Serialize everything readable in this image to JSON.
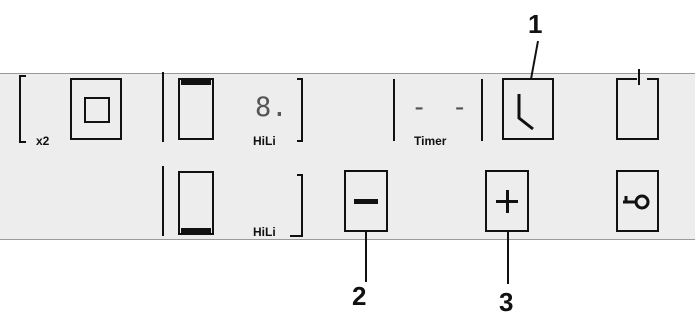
{
  "labels": {
    "x2": "x2",
    "hili_top": "HiLi",
    "hili_bottom": "HiLi",
    "timer": "Timer",
    "digit": "8.",
    "timer_dashes": "- -"
  },
  "callouts": {
    "c1": "1",
    "c2": "2",
    "c3": "3"
  },
  "icons": {
    "clock": "clock-icon",
    "minus": "minus-icon",
    "plus": "plus-icon",
    "lock": "key-lock-icon",
    "power": "power-icon",
    "square": "square-icon"
  },
  "colors": {
    "panel": "#ededed",
    "ink": "#111111"
  }
}
